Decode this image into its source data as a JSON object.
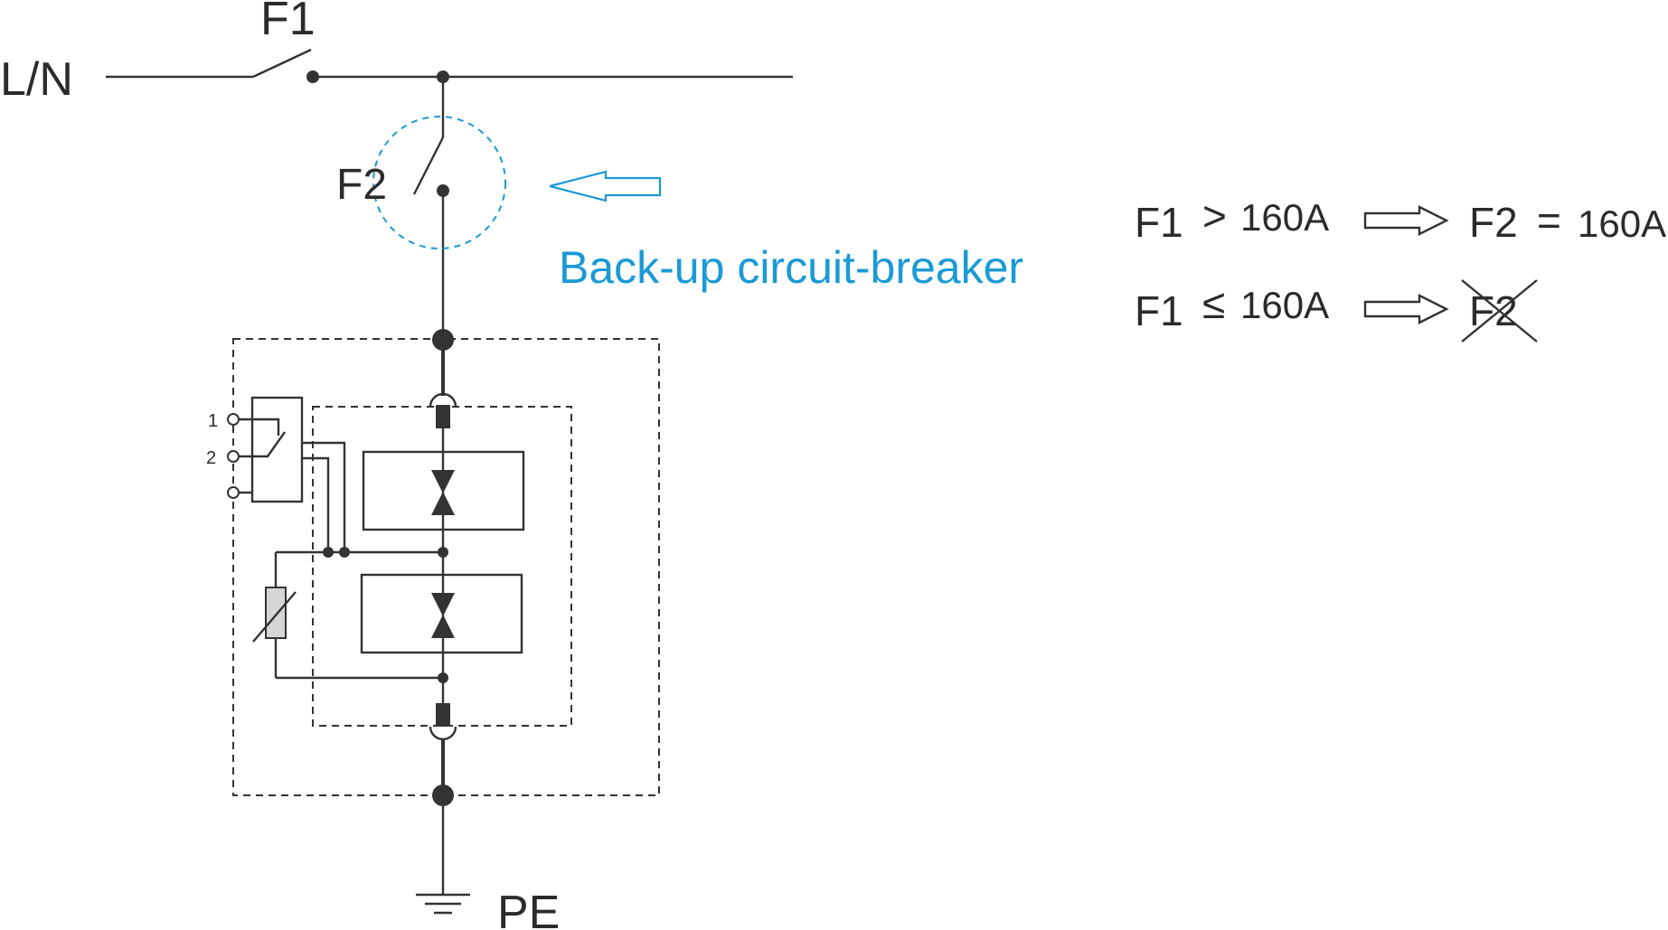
{
  "labels": {
    "f1": "F1",
    "ln": "L/N",
    "f2": "F2",
    "pe": "PE",
    "contact_1": "1",
    "contact_2": "2",
    "backup": "Back-up circuit-breaker"
  },
  "rules": [
    {
      "left": "F1",
      "operator": ">",
      "value": "160A",
      "result": "F2",
      "result_op": "=",
      "result_value": "160A",
      "crossed": false
    },
    {
      "left": "F1",
      "operator": "≤",
      "value": "160A",
      "result": "F2",
      "crossed": true
    }
  ],
  "colors": {
    "accent": "#1a9ad6",
    "line": "#333333",
    "varistor_fill": "#d6d6d6"
  }
}
